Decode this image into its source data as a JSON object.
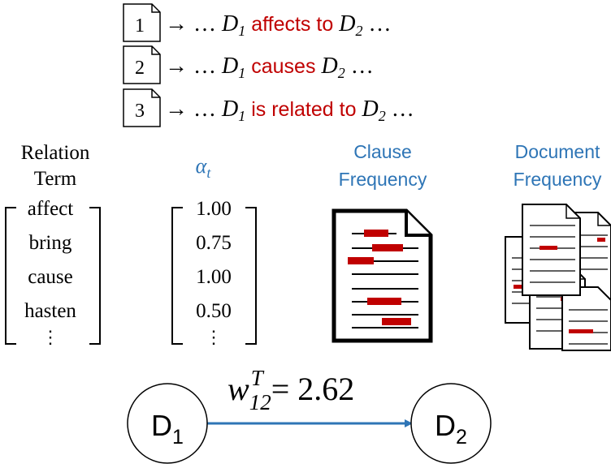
{
  "documents": [
    {
      "number": "1",
      "arrow": "→",
      "prefix": "…",
      "d1_main": "D",
      "d1_sub": "1",
      "relation": "affects to",
      "d2_main": "D",
      "d2_sub": "2",
      "suffix": "…"
    },
    {
      "number": "2",
      "arrow": "→",
      "prefix": "…",
      "d1_main": "D",
      "d1_sub": "1",
      "relation": "causes",
      "d2_main": "D",
      "d2_sub": "2",
      "suffix": "…"
    },
    {
      "number": "3",
      "arrow": "→",
      "prefix": "…",
      "d1_main": "D",
      "d1_sub": "1",
      "relation": "is related to",
      "d2_main": "D",
      "d2_sub": "2",
      "suffix": "…"
    }
  ],
  "relation_term": {
    "header_line1": "Relation",
    "header_line2": "Term",
    "items": [
      "affect",
      "bring",
      "cause",
      "hasten"
    ],
    "ellipsis": "⋮"
  },
  "alpha": {
    "header_main": "α",
    "header_sub": "t",
    "values": [
      "1.00",
      "0.75",
      "1.00",
      "0.50"
    ],
    "ellipsis": "⋮"
  },
  "clause_frequency": {
    "line1": "Clause",
    "line2": "Frequency"
  },
  "document_frequency": {
    "line1": "Document",
    "line2": "Frequency"
  },
  "graph": {
    "weight_main": "w",
    "weight_sub": "12",
    "weight_sup": "T",
    "weight_eq": "= 2.62",
    "node1_main": "D",
    "node1_sub": "1",
    "node2_main": "D",
    "node2_sub": "2"
  },
  "colors": {
    "relation_red": "#c00000",
    "header_blue": "#2e75b6",
    "edge_blue": "#2e75b6",
    "mark_red": "#c00000",
    "ink": "#000000"
  }
}
